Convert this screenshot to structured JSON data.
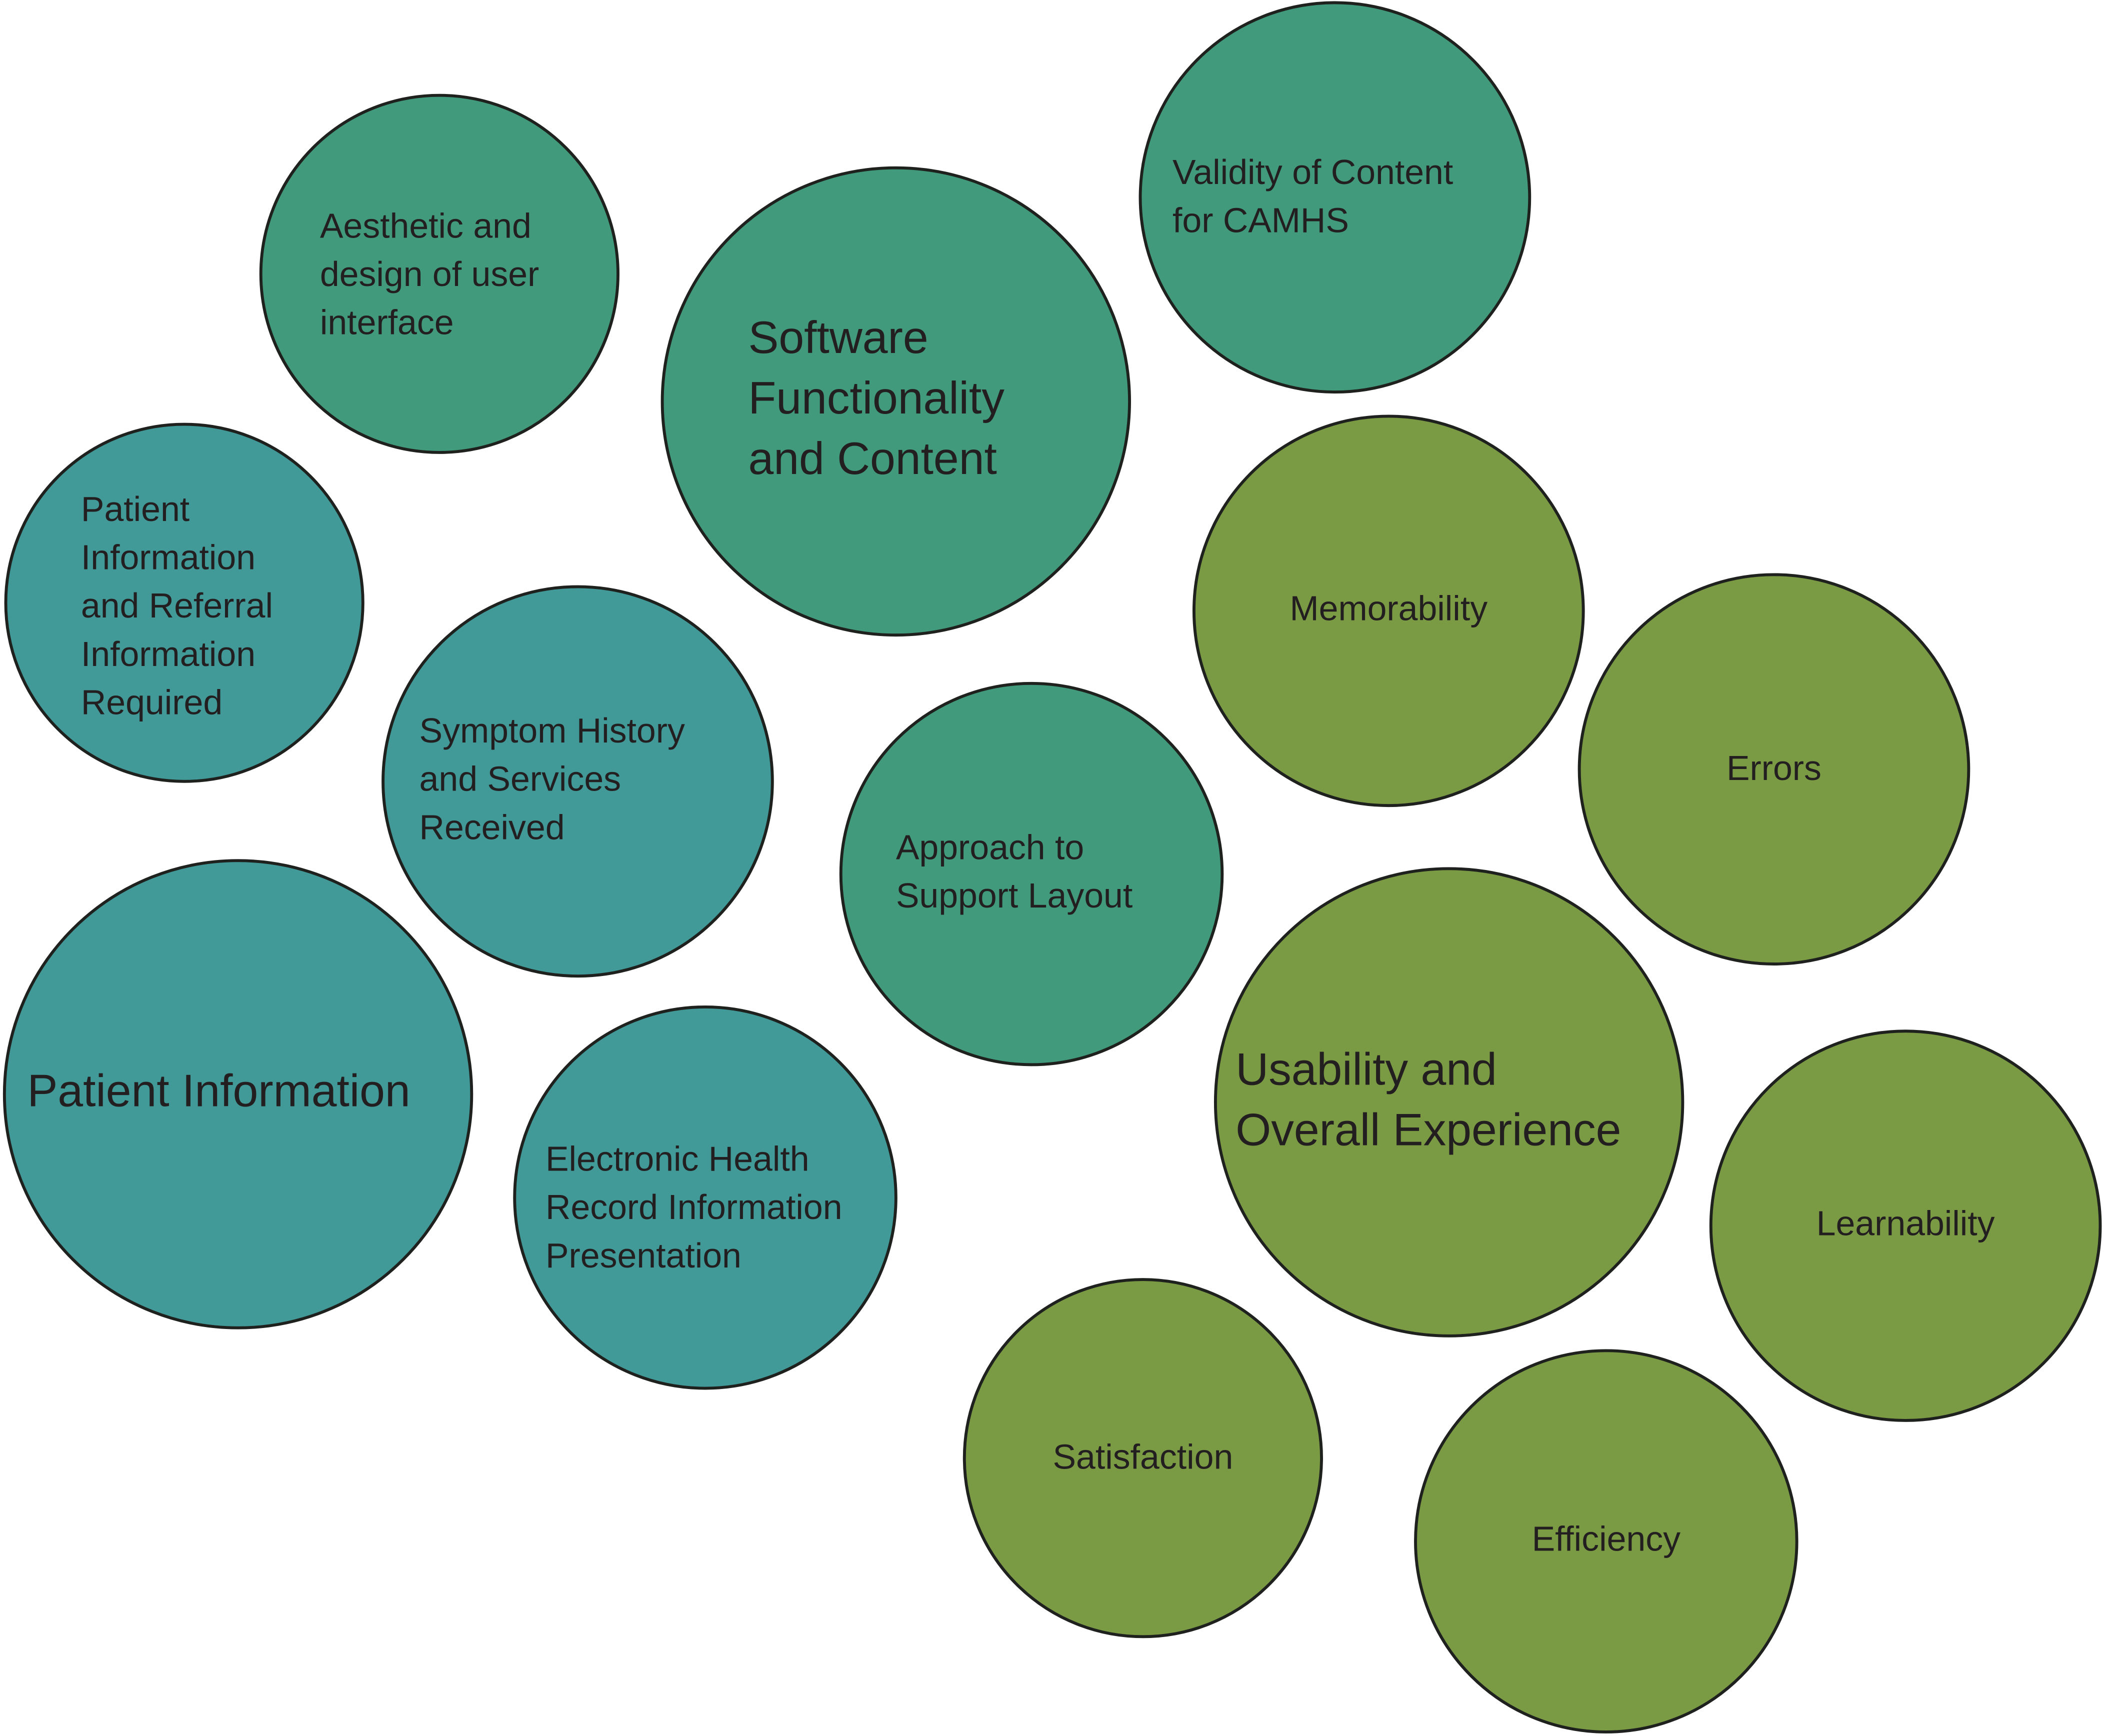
{
  "colors": {
    "functionality": "#419a7c",
    "patient": "#419998",
    "usability": "#7b9a44",
    "outline": "#1e211e",
    "text": "#231f20"
  },
  "bubbles": [
    {
      "id": "aesthetic-design",
      "group": "functionality",
      "lines": [
        "Aesthetic and",
        "design of user",
        "interface"
      ]
    },
    {
      "id": "software-functionality",
      "group": "functionality",
      "lines": [
        "Software",
        "Functionality",
        "and Content"
      ]
    },
    {
      "id": "validity-content",
      "group": "functionality",
      "lines": [
        "Validity of Content",
        "for CAMHS"
      ]
    },
    {
      "id": "approach-support-layout",
      "group": "functionality",
      "lines": [
        "Approach to",
        "Support Layout"
      ]
    },
    {
      "id": "patient-referral-info",
      "group": "patient",
      "lines": [
        "Patient",
        "Information",
        "and Referral",
        "Information",
        "Required"
      ]
    },
    {
      "id": "symptom-history",
      "group": "patient",
      "lines": [
        "Symptom History",
        "and Services",
        "Received"
      ]
    },
    {
      "id": "patient-information",
      "group": "patient",
      "lines": [
        "Patient Information"
      ]
    },
    {
      "id": "ehr-presentation",
      "group": "patient",
      "lines": [
        "Electronic Health",
        "Record Information",
        "Presentation"
      ]
    },
    {
      "id": "memorability",
      "group": "usability",
      "lines": [
        "Memorability"
      ]
    },
    {
      "id": "errors",
      "group": "usability",
      "lines": [
        "Errors"
      ]
    },
    {
      "id": "usability-experience",
      "group": "usability",
      "lines": [
        "Usability and",
        "Overall Experience"
      ]
    },
    {
      "id": "learnability",
      "group": "usability",
      "lines": [
        "Learnability"
      ]
    },
    {
      "id": "satisfaction",
      "group": "usability",
      "lines": [
        "Satisfaction"
      ]
    },
    {
      "id": "efficiency",
      "group": "usability",
      "lines": [
        "Efficiency"
      ]
    }
  ]
}
